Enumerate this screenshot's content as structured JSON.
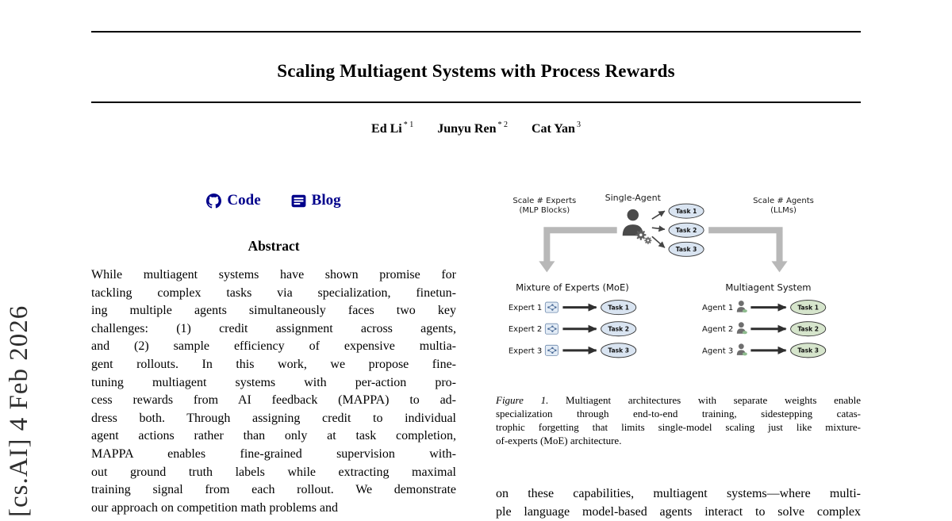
{
  "stamp": {
    "text": "[cs.AI]  4 Feb 2026"
  },
  "header": {
    "title": "Scaling Multiagent Systems with Process Rewards"
  },
  "authors": [
    {
      "name": "Ed Li",
      "sup": "* 1"
    },
    {
      "name": "Junyu Ren",
      "sup": "* 2"
    },
    {
      "name": "Cat Yan",
      "sup": "3"
    }
  ],
  "links": {
    "code_label": "Code",
    "blog_label": "Blog"
  },
  "abstract": {
    "heading": "Abstract",
    "lines": [
      "While multiagent systems have shown promise for",
      "tackling complex tasks via specialization, finetun-",
      "ing multiple agents simultaneously faces two key",
      "challenges: (1) credit assignment across agents,",
      "and (2) sample efficiency of expensive multia-",
      "gent rollouts.  In this work, we propose fine-",
      "tuning multiagent systems with per-action pro-",
      "cess rewards from AI feedback (MAPPA) to ad-",
      "dress both. Through assigning credit to individual",
      "agent actions rather than only at task completion,",
      "MAPPA enables fine-grained supervision with-",
      "out ground truth labels while extracting maximal",
      "training signal from each rollout. We demonstrate",
      "our approach on competition math problems and"
    ]
  },
  "figure": {
    "single_agent": "Single-Agent",
    "scale_experts_line1": "Scale # Experts",
    "scale_experts_line2": "(MLP Blocks)",
    "scale_agents_line1": "Scale # Agents",
    "scale_agents_line2": "(LLMs)",
    "top_tasks": [
      "Task 1",
      "Task 2",
      "Task 3"
    ],
    "moe_title": "Mixture of Experts (MoE)",
    "experts": [
      "Expert 1",
      "Expert 2",
      "Expert 3"
    ],
    "moe_tasks": [
      "Task 1",
      "Task 2",
      "Task 3"
    ],
    "mas_title": "Multiagent System",
    "agents": [
      "Agent 1",
      "Agent 2",
      "Agent 3"
    ],
    "mas_tasks": [
      "Task 1",
      "Task 2",
      "Task 3"
    ],
    "caption_label": "Figure 1.",
    "caption_line1_rest": "Multiagent architectures with separate weights enable",
    "caption_lines": [
      "specialization through end-to-end training, sidestepping catas-",
      "trophic forgetting that limits single-model scaling just like mixture-",
      "of-experts (MoE) architecture."
    ]
  },
  "body": {
    "lines": [
      "on these capabilities, multiagent systems—where multi-",
      "ple language model-based agents interact to solve complex"
    ]
  },
  "colors": {
    "link": "#00008b",
    "task_blue": "#d9e4f1",
    "task_green": "#d6e5cc",
    "thick_arrow": "#b8b8b8"
  }
}
